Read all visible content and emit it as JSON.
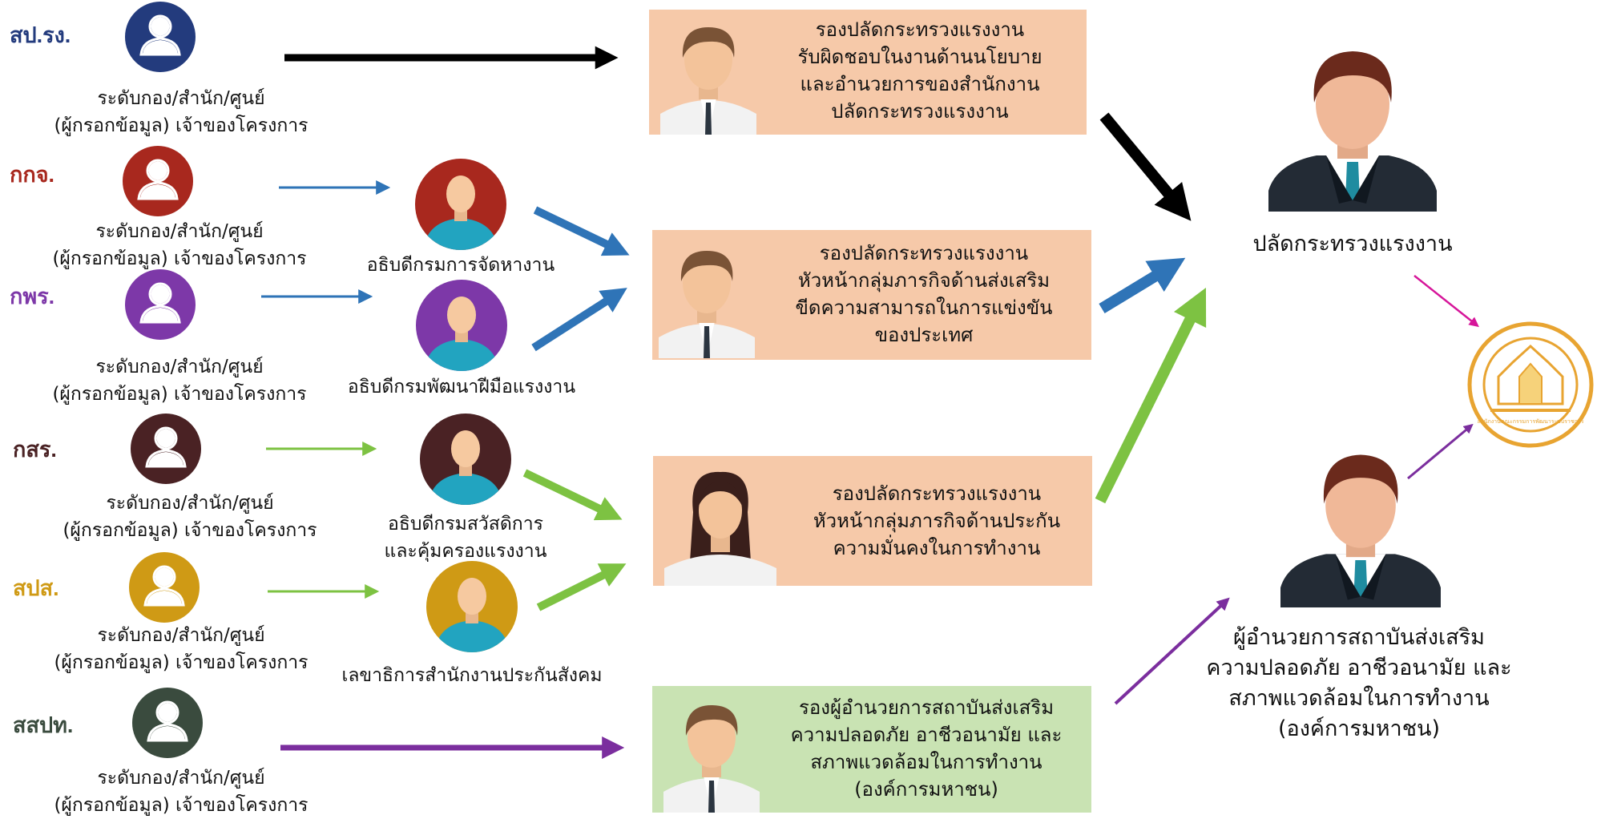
{
  "colors": {
    "blue_navy": "#233b7d",
    "red": "#a8281e",
    "purple": "#7d38a8",
    "dark_brown": "#4a2224",
    "gold": "#cf9a15",
    "dark_green": "#3a4b3e",
    "arrow_blue": "#2f74b7",
    "arrow_green": "#7dc242",
    "arrow_purple": "#7b2e9e",
    "arrow_black": "#000000",
    "arrow_pink": "#d6169a",
    "box_peach": "#f6c9a9",
    "box_green": "#c9e3b3",
    "seal_gold": "#e8a431"
  },
  "units": [
    {
      "code": "สป.รง.",
      "color": "#233b7d",
      "label_line1": "ระดับกอง/สำนัก/ศูนย์",
      "label_line2": "(ผู้กรอกข้อมูล) เจ้าของโครงการ"
    },
    {
      "code": "กกจ.",
      "color": "#a8281e",
      "label_line1": "ระดับกอง/สำนัก/ศูนย์",
      "label_line2": "(ผู้กรอกข้อมูล) เจ้าของโครงการ"
    },
    {
      "code": "กพร.",
      "color": "#7d38a8",
      "label_line1": "ระดับกอง/สำนัก/ศูนย์",
      "label_line2": "(ผู้กรอกข้อมูล) เจ้าของโครงการ"
    },
    {
      "code": "กสร.",
      "color": "#4a2224",
      "label_line1": "ระดับกอง/สำนัก/ศูนย์",
      "label_line2": "(ผู้กรอกข้อมูล) เจ้าของโครงการ"
    },
    {
      "code": "สปส.",
      "color": "#cf9a15",
      "label_line1": "ระดับกอง/สำนัก/ศูนย์",
      "label_line2": "(ผู้กรอกข้อมูล) เจ้าของโครงการ"
    },
    {
      "code": "สสปท.",
      "color": "#3a4b3e",
      "label_line1": "ระดับกอง/สำนัก/ศูนย์",
      "label_line2": "(ผู้กรอกข้อมูล) เจ้าของโครงการ"
    }
  ],
  "directors": [
    {
      "color": "#a8281e",
      "line1": "อธิบดีกรมการจัดหางาน",
      "line2": ""
    },
    {
      "color": "#7d38a8",
      "line1": "อธิบดีกรมพัฒนาฝีมือแรงงาน",
      "line2": ""
    },
    {
      "color": "#4a2224",
      "line1": "อธิบดีกรมสวัสดิการ",
      "line2": "และคุ้มครองแรงงาน"
    },
    {
      "color": "#cf9a15",
      "line1": "เลขาธิการสำนักงานประกันสังคม",
      "line2": ""
    }
  ],
  "deputies": [
    {
      "lines": [
        "รองปลัดกระทรวงแรงงาน",
        "รับผิดชอบในงานด้านนโยบาย",
        "และอำนวยการของสำนักงาน",
        "ปลัดกระทรวงแรงงาน"
      ]
    },
    {
      "lines": [
        "รองปลัดกระทรวงแรงงาน",
        "หัวหน้ากลุ่มภารกิจด้านส่งเสริม",
        "ขีดความสามารถในการแข่งขัน",
        "ของประเทศ"
      ]
    },
    {
      "lines": [
        "รองปลัดกระทรวงแรงงาน",
        "หัวหน้ากลุ่มภารกิจด้านประกัน",
        "ความมั่นคงในการทำงาน"
      ]
    },
    {
      "lines": [
        "รองผู้อำนวยการสถาบันส่งเสริม",
        "ความปลอดภัย อาชีวอนามัย และ",
        "สภาพแวดล้อมในการทำงาน",
        "(องค์การมหาชน)"
      ]
    }
  ],
  "executives": {
    "permanent_secretary": "ปลัดกระทรวงแรงงาน",
    "institute_director": [
      "ผู้อำนวยการสถาบันส่งเสริม",
      "ความปลอดภัย อาชีวอนามัย และ",
      "สภาพแวดล้อมในการทำงาน",
      "(องค์การมหาชน)"
    ]
  },
  "seal": {
    "icon": "agency-seal-icon",
    "caption": "สำนักงานคณะกรรมการพัฒนาระบบราชการ"
  }
}
